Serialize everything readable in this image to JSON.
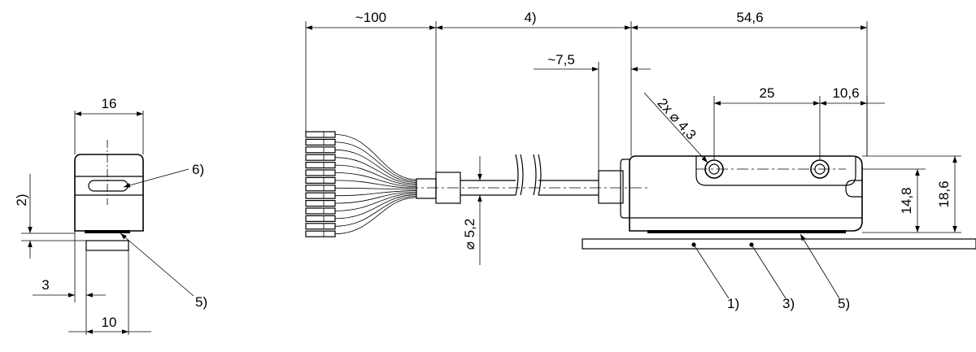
{
  "dimensions": {
    "side_width": "16",
    "side_offset": "2)",
    "side_gap": "3",
    "side_base": "10",
    "cable_lead": "~100",
    "cable_length": "4)",
    "cable_sleeve": "~7,5",
    "cable_diameter": "⌀ 5,2",
    "body_length": "54,6",
    "hole_pitch": "25",
    "hole_edge": "10,6",
    "holes": "2x ⌀ 4,3",
    "height_inner": "14,8",
    "height_total": "18,6"
  },
  "callouts": {
    "c1": "1)",
    "c3": "3)",
    "c5_side": "5)",
    "c5_main": "5)",
    "c6": "6)"
  }
}
